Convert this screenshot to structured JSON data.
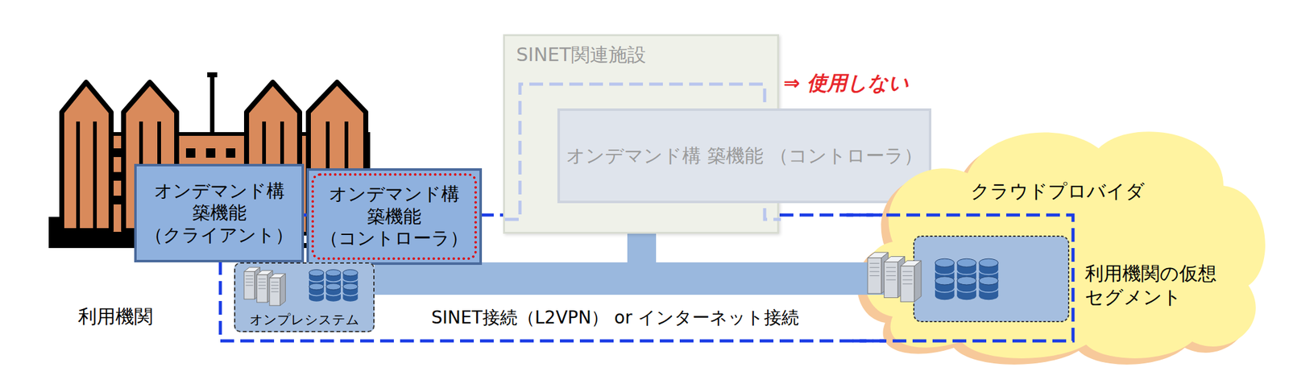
{
  "diagram": {
    "nodes": [
      {
        "text": [
          "オンデマンド構 築機能 （クライアント）"
        ]
      },
      {
        "text": [
          "オンデマンド構 築機能 （コントローラ）"
        ]
      },
      {
        "text": [
          "SINET関連施設"
        ]
      },
      {
        "text": [
          "オンデマンド構 築機能 （コントローラ）"
        ],
        "in": 2
      },
      {
        "text": [
          "オンプレシステム"
        ]
      },
      {
        "text": [
          "クラウドプロバイダ",
          "利用機関の仮想 セグメント"
        ]
      }
    ],
    "edges": [
      {
        "from": 4,
        "to": 5,
        "arrow": "none",
        "label": "SINET接続（L2VPN） or インターネット接続"
      }
    ],
    "labels": [
      "⇒ 使用しない",
      "利用機関"
    ]
  }
}
